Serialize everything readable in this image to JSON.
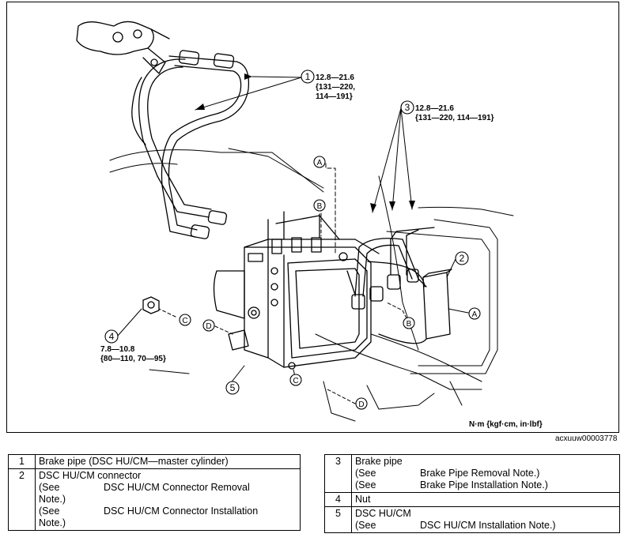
{
  "callouts": {
    "c1": {
      "num": "1",
      "line1": "12.8—21.6",
      "line2": "{131—220,",
      "line3": "114—191}"
    },
    "c2": {
      "num": "2"
    },
    "c3": {
      "num": "3",
      "line1": "12.8—21.6",
      "line2": "{131—220, 114—191}"
    },
    "c4": {
      "num": "4",
      "line1": "7.8—10.8",
      "line2": "{80—110, 70—95}"
    },
    "c5": {
      "num": "5"
    }
  },
  "letters": {
    "a": "A",
    "b": "B",
    "c": "C",
    "d": "D"
  },
  "units": "N·m {kgf·cm, in·lbf}",
  "figure_id": "acxuuw00003778",
  "left_table": {
    "row1": {
      "num": "1",
      "name": "Brake pipe (DSC HU/CM—master cylinder)"
    },
    "row2": {
      "num": "2",
      "name": "DSC HU/CM connector",
      "see1": "(See",
      "ref1a": "DSC HU/CM Connector Removal",
      "ref1b": "Note.)",
      "see2": "(See",
      "ref2a": "DSC HU/CM Connector Installation",
      "ref2b": "Note.)"
    }
  },
  "right_table": {
    "row3": {
      "num": "3",
      "name": "Brake pipe",
      "see1": "(See",
      "ref1": "Brake Pipe Removal Note.)",
      "see2": "(See",
      "ref2": "Brake Pipe Installation Note.)"
    },
    "row4": {
      "num": "4",
      "name": "Nut"
    },
    "row5": {
      "num": "5",
      "name": "DSC HU/CM",
      "see1": "(See",
      "ref1": "DSC HU/CM Installation Note.)"
    }
  }
}
